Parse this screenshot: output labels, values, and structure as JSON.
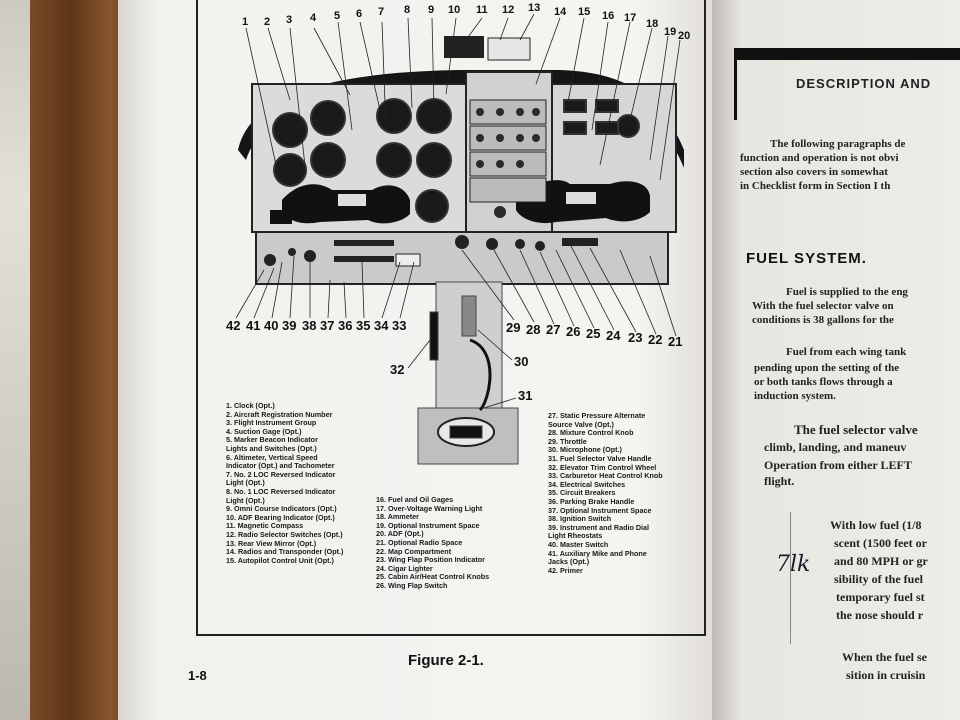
{
  "left_page": {
    "figure_caption": "Figure 2-1.",
    "page_number": "1-8",
    "top_callouts": [
      "1",
      "2",
      "3",
      "4",
      "5",
      "6",
      "7",
      "8",
      "9",
      "10",
      "11",
      "12",
      "13",
      "14",
      "15",
      "16",
      "17",
      "18",
      "19",
      "20"
    ],
    "bottom_callouts": [
      "42",
      "41",
      "40",
      "39",
      "38",
      "37",
      "36",
      "35",
      "34",
      "33",
      "29",
      "28",
      "27",
      "26",
      "25",
      "24",
      "23",
      "22",
      "21"
    ],
    "pedestal_callouts": [
      "32",
      "30",
      "31"
    ],
    "legend_col1": [
      "1. Clock (Opt.)",
      "2. Aircraft Registration Number",
      "3. Flight Instrument Group",
      "4. Suction Gage (Opt.)",
      "5. Marker Beacon Indicator",
      "   Lights and Switches (Opt.)",
      "6. Altimeter, Vertical Speed",
      "   Indicator (Opt.) and Tachometer",
      "7. No. 2 LOC Reversed Indicator",
      "   Light (Opt.)",
      "8. No. 1 LOC Reversed Indicator",
      "   Light (Opt.)",
      "9. Omni Course Indicators (Opt.)",
      "10. ADF Bearing Indicator (Opt.)",
      "11. Magnetic Compass",
      "12. Radio Selector Switches (Opt.)",
      "13. Rear View Mirror (Opt.)",
      "14. Radios and Transponder (Opt.)",
      "15. Autopilot Control Unit (Opt.)"
    ],
    "legend_col2": [
      "16. Fuel and Oil Gages",
      "17. Over-Voltage Warning Light",
      "18. Ammeter",
      "19. Optional Instrument Space",
      "20. ADF (Opt.)",
      "21. Optional Radio Space",
      "22. Map Compartment",
      "23. Wing Flap Position Indicator",
      "24. Cigar Lighter",
      "25. Cabin Air/Heat Control Knobs",
      "26. Wing Flap Switch"
    ],
    "legend_col3": [
      "27. Static Pressure Alternate",
      "    Source Valve (Opt.)",
      "28. Mixture Control Knob",
      "29. Throttle",
      "30. Microphone (Opt.)",
      "31. Fuel Selector Valve Handle",
      "32. Elevator Trim Control Wheel",
      "33. Carburetor Heat Control Knob",
      "34. Electrical Switches",
      "35. Circuit Breakers",
      "36. Parking Brake Handle",
      "37. Optional Instrument Space",
      "38. Ignition Switch",
      "39. Instrument and Radio Dial",
      "    Light Rheostats",
      "40. Master Switch",
      "41. Auxiliary Mike and Phone",
      "    Jacks (Opt.)",
      "42. Primer"
    ]
  },
  "right_page": {
    "section_title": "DESCRIPTION AND",
    "intro_lines": [
      "The following paragraphs de",
      "function and operation is not obvi",
      "section also covers in somewhat",
      "in Checklist form in Section I th"
    ],
    "fuel_title": "FUEL SYSTEM.",
    "fuel_lines_1": [
      "Fuel is supplied to the eng",
      "With the fuel selector valve on",
      "conditions is 38 gallons for the"
    ],
    "fuel_lines_2": [
      "Fuel from each wing tank",
      "pending upon the setting of the",
      "or both tanks flows through a",
      "induction system."
    ],
    "fuel_lines_3": [
      "The fuel selector valve",
      "climb, landing, and maneuv",
      "Operation from either LEFT",
      "flight."
    ],
    "note_lines": [
      "With low fuel (1/8",
      "scent (1500 feet or",
      "and 80 MPH or gr",
      "sibility of the fuel",
      "temporary fuel st",
      "the nose should r"
    ],
    "handwritten_note": "7lk",
    "bottom_lines": [
      "When the fuel se",
      "sition in cruisin"
    ]
  }
}
